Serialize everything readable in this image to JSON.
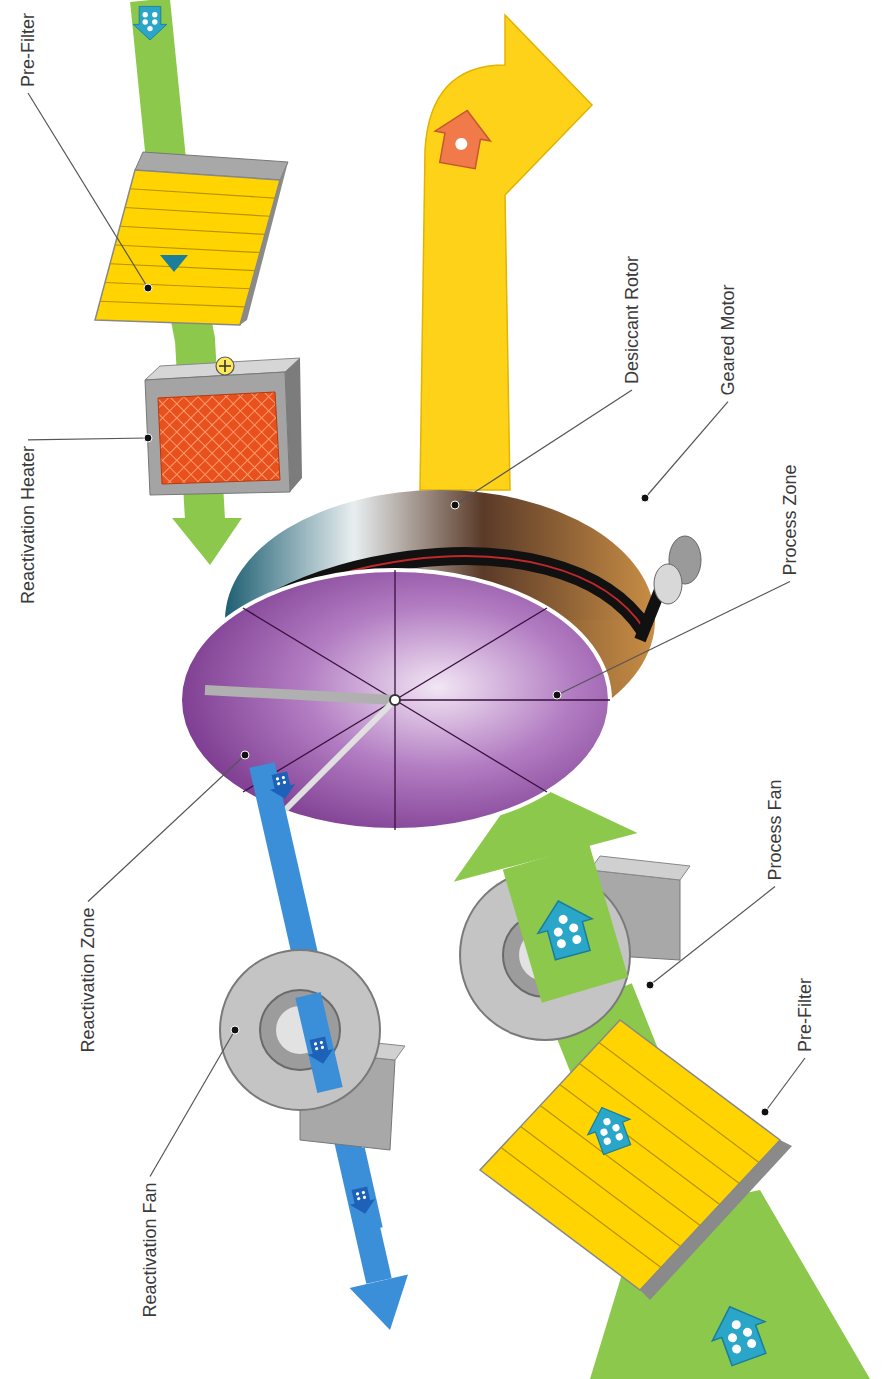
{
  "diagram": {
    "labels": [
      "Pre-Filter",
      "Reactivation Heater",
      "Desiccant Rotor",
      "Geared Motor",
      "Process Zone",
      "Process Fan",
      "Reactivation Zone",
      "Reactivation Fan",
      "Pre-Filter"
    ]
  }
}
